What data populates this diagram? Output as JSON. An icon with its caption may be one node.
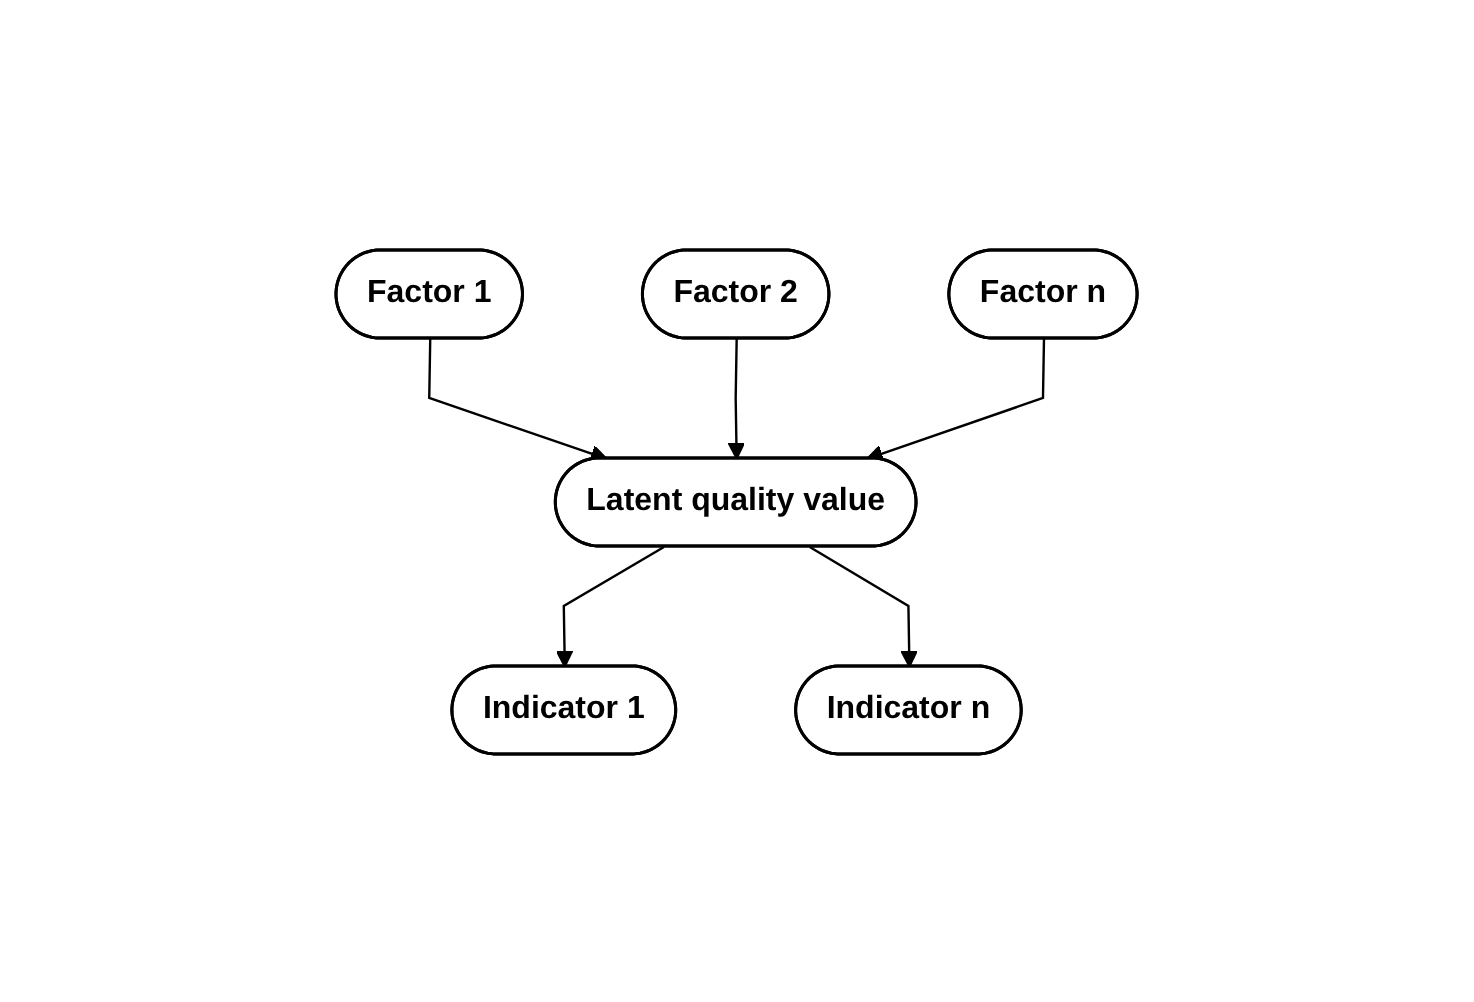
{
  "diagram": {
    "nodes": [
      {
        "text": [
          "Factor 1"
        ]
      },
      {
        "text": [
          "Factor 2"
        ]
      },
      {
        "text": [
          "Factor n"
        ]
      },
      {
        "text": [
          "Latent quality value"
        ]
      },
      {
        "text": [
          "Indicator 1"
        ]
      },
      {
        "text": [
          "Indicator n"
        ]
      }
    ],
    "edges": [
      {
        "from": 0,
        "to": 3,
        "arrow": "to"
      },
      {
        "from": 1,
        "to": 3,
        "arrow": "to"
      },
      {
        "from": 2,
        "to": 3,
        "arrow": "to"
      },
      {
        "from": 3,
        "to": 4,
        "arrow": "to"
      },
      {
        "from": 3,
        "to": 5,
        "arrow": "to"
      }
    ]
  }
}
